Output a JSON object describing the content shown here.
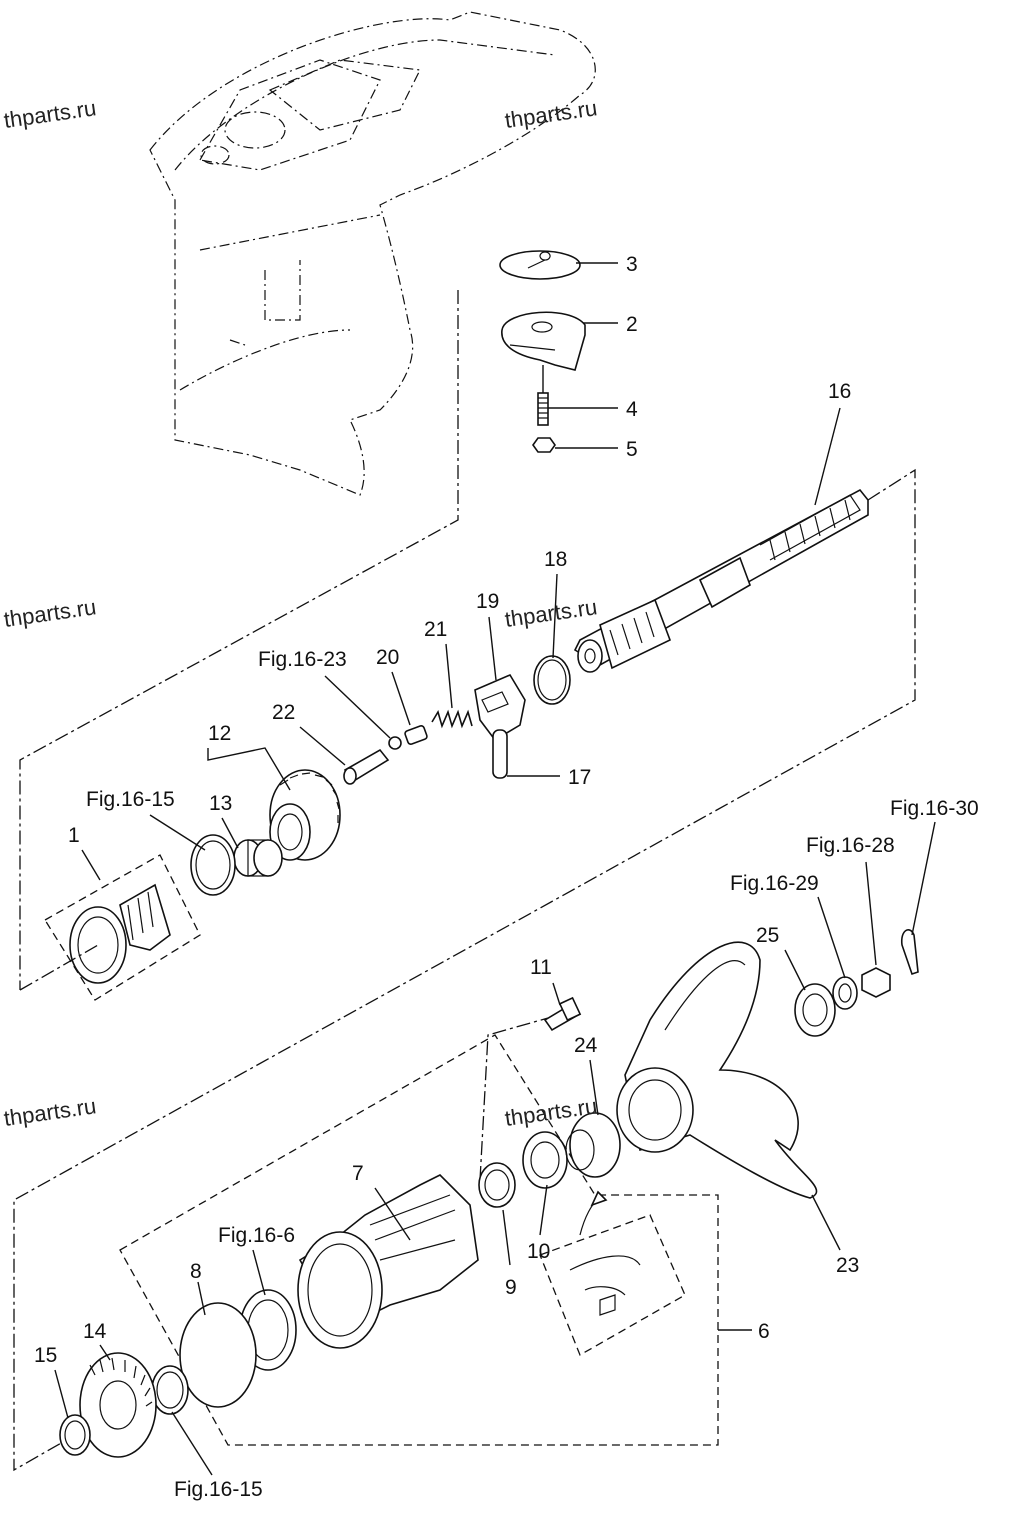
{
  "watermarks": [
    "thparts.ru",
    "thparts.ru",
    "thparts.ru",
    "thparts.ru",
    "thparts.ru",
    "thparts.ru"
  ],
  "callouts": {
    "c1": "1",
    "c2": "2",
    "c3": "3",
    "c4": "4",
    "c5": "5",
    "c6": "6",
    "c7": "7",
    "c8": "8",
    "c9": "9",
    "c10": "10",
    "c11": "11",
    "c12": "12",
    "c13": "13",
    "c14": "14",
    "c15": "15",
    "c16": "16",
    "c17": "17",
    "c18": "18",
    "c19": "19",
    "c20": "20",
    "c21": "21",
    "c22": "22",
    "c23": "23",
    "c24": "24",
    "c25": "25"
  },
  "fig_refs": {
    "f16_23": "Fig.16-23",
    "f16_15_top": "Fig.16-15",
    "f16_30": "Fig.16-30",
    "f16_28": "Fig.16-28",
    "f16_29": "Fig.16-29",
    "f16_6": "Fig.16-6",
    "f16_15_bottom": "Fig.16-15"
  }
}
